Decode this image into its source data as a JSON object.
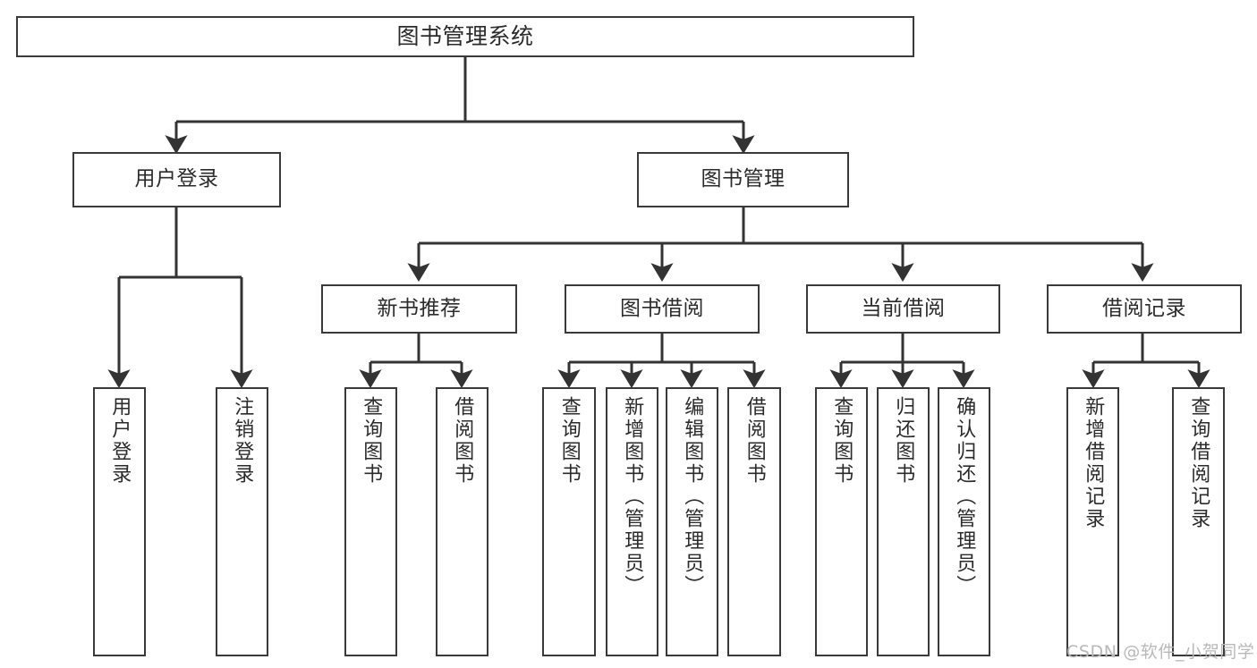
{
  "diagram": {
    "type": "tree-hierarchy",
    "title": "图书管理系统",
    "watermark": "CSDN @软件_小贺同学",
    "colors": {
      "box_border": "#3a3a3a",
      "box_fill": "#ffffff",
      "text": "#2b2b2b",
      "edge": "#333333",
      "background": "#ffffff",
      "watermark": "#b9b9b9"
    },
    "nodes": {
      "root": {
        "label": "图书管理系统"
      },
      "level1": [
        {
          "id": "user-login",
          "label": "用户登录"
        },
        {
          "id": "book-management",
          "label": "图书管理"
        }
      ],
      "level2": [
        {
          "id": "new-book-recommend",
          "label": "新书推荐"
        },
        {
          "id": "book-borrow",
          "label": "图书借阅"
        },
        {
          "id": "current-borrow",
          "label": "当前借阅"
        },
        {
          "id": "borrow-record",
          "label": "借阅记录"
        }
      ],
      "leaves": {
        "user-login": [
          {
            "id": "leaf-user-login",
            "label": "用户登录"
          },
          {
            "id": "leaf-logout-login",
            "label": "注销登录"
          }
        ],
        "new-book-recommend": [
          {
            "id": "leaf-query-book-1",
            "label": "查询图书"
          },
          {
            "id": "leaf-borrow-book-1",
            "label": "借阅图书"
          }
        ],
        "book-borrow": [
          {
            "id": "leaf-query-book-2",
            "label": "查询图书"
          },
          {
            "id": "leaf-add-book",
            "label": "新增图书（管理员）"
          },
          {
            "id": "leaf-edit-book",
            "label": "编辑图书（管理员）"
          },
          {
            "id": "leaf-borrow-book-2",
            "label": "借阅图书"
          }
        ],
        "current-borrow": [
          {
            "id": "leaf-query-book-3",
            "label": "查询图书"
          },
          {
            "id": "leaf-return-book",
            "label": "归还图书"
          },
          {
            "id": "leaf-confirm-return",
            "label": "确认归还（管理员）"
          }
        ],
        "borrow-record": [
          {
            "id": "leaf-add-record",
            "label": "新增借阅记录"
          },
          {
            "id": "leaf-query-record",
            "label": "查询借阅记录"
          }
        ]
      }
    }
  }
}
